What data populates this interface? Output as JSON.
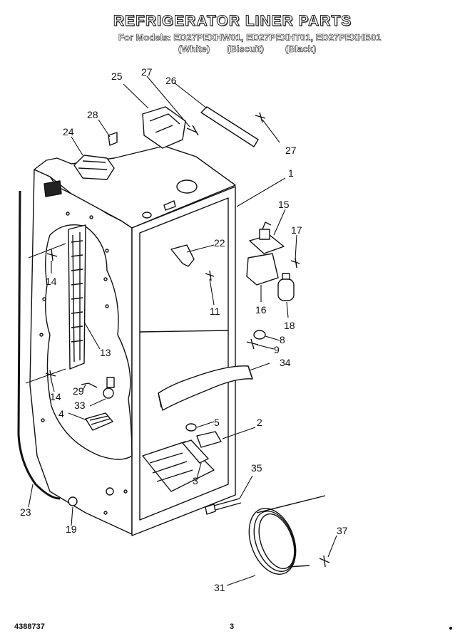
{
  "header": {
    "title": "REFRIGERATOR LINER PARTS",
    "models_line": "For Models: ED27PEXHW01, ED27PEXHT01, ED27PEXHB01",
    "variants": [
      "(White)",
      "(Biscuit)",
      "(Black)"
    ]
  },
  "callouts": [
    "25",
    "27",
    "26",
    "28",
    "24",
    "27",
    "1",
    "15",
    "17",
    "22",
    "14",
    "11",
    "16",
    "18",
    "8",
    "9",
    "13",
    "34",
    "29",
    "14",
    "33",
    "4",
    "5",
    "2",
    "35",
    "3",
    "23",
    "19",
    "37",
    "31"
  ],
  "footer": {
    "doc_number": "4388737",
    "page_number": "3"
  }
}
